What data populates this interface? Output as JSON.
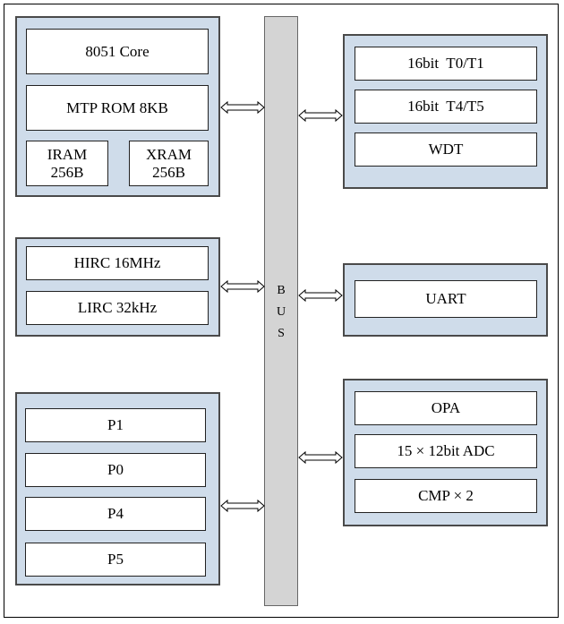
{
  "bus": {
    "letters": [
      "B",
      "U",
      "S"
    ]
  },
  "groups": {
    "cpu": {
      "core": "8051 Core",
      "rom": "MTP ROM 8KB",
      "iram": "IRAM\n256B",
      "xram": "XRAM\n256B"
    },
    "clock": {
      "hirc": "HIRC 16MHz",
      "lirc": "LIRC 32kHz"
    },
    "ports": {
      "p1": "P1",
      "p0": "P0",
      "p4": "P4",
      "p5": "P5"
    },
    "timers": {
      "t0t1": "16bit  T0/T1",
      "t4t5": "16bit  T4/T5",
      "wdt": "WDT"
    },
    "comm": {
      "uart": "UART"
    },
    "analog": {
      "opa": "OPA",
      "adc": "15 × 12bit ADC",
      "cmp": "CMP × 2"
    }
  }
}
